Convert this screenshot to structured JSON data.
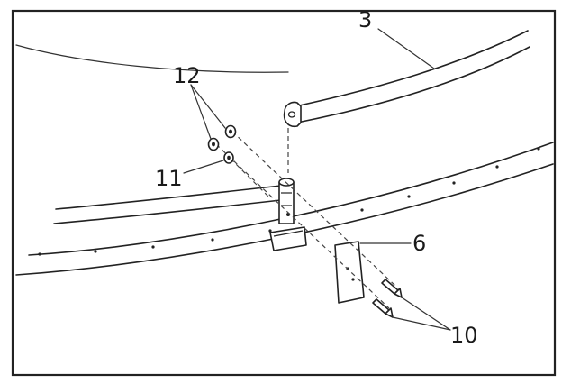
{
  "diagram": {
    "callouts": {
      "tube": "3",
      "washers": "12",
      "nut": "11",
      "bracket": "6",
      "bolts": "10"
    }
  }
}
